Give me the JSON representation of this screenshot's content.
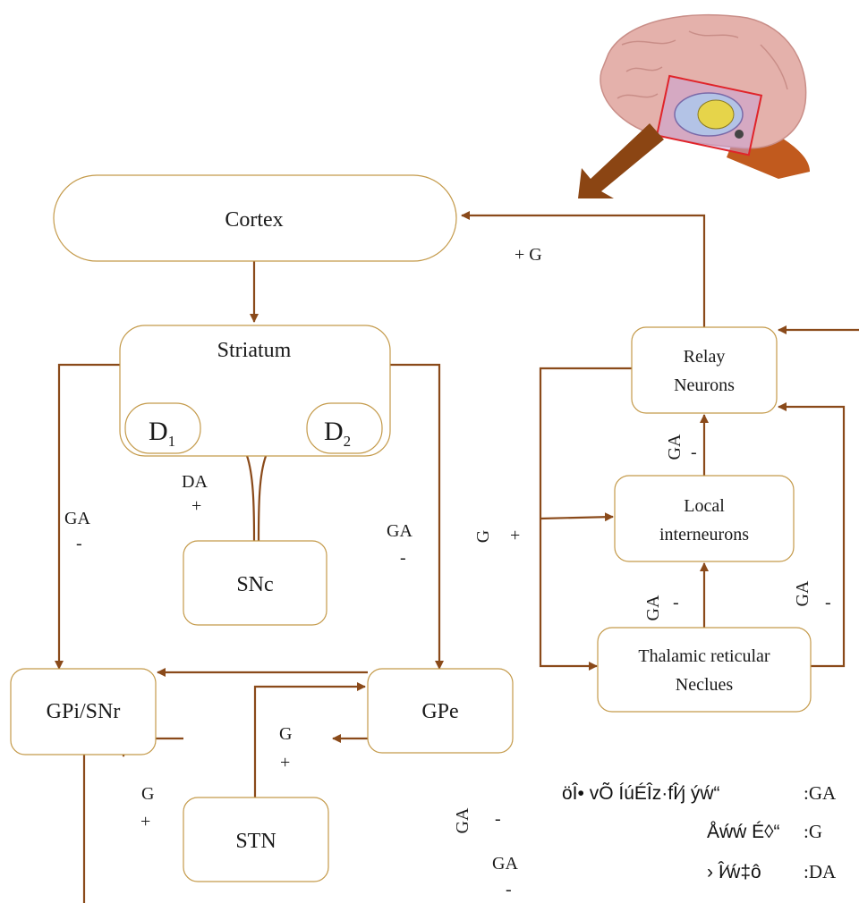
{
  "nodes": {
    "cortex": "Cortex",
    "striatum": "Striatum",
    "d1": "D",
    "d1_sub": "1",
    "d2": "D",
    "d2_sub": "2",
    "snc": "SNc",
    "gpi_snr": "GPi/SNr",
    "gpe": "GPe",
    "stn": "STN",
    "relay_line1": "Relay",
    "relay_line2": "Neurons",
    "local_line1": "Local",
    "local_line2": "interneurons",
    "trn_line1": "Thalamic reticular",
    "trn_line2": "Neclues"
  },
  "edge_labels": {
    "thal_cortex": "+ G",
    "snc_da": "DA",
    "snc_plus": "+",
    "str_gpi_ga": "GA",
    "str_gpi_sign": "-",
    "str_gpe_ga": "GA",
    "str_gpe_sign": "-",
    "stn_gpe_g": "G",
    "stn_gpe_sign": "+",
    "stn_gpi_g": "G",
    "stn_gpi_sign": "+",
    "gpe_stn_ga1": "GA",
    "gpe_stn_sign1": "-",
    "gpe_stn_ga2": "GA",
    "gpe_stn_sign2": "-",
    "thal_input_g": "G",
    "thal_input_sign": "+",
    "local_relay_ga": "GA",
    "local_relay_sign": "-",
    "trn_local_ga": "GA",
    "trn_local_sign": "-",
    "trn_relay_ga": "GA",
    "trn_relay_sign": "-"
  },
  "legend": [
    {
      "prefix": "öÎ• vÕ ÍúÉÎz·fÎ⁄j ýẃ“",
      "value": ":GA"
    },
    {
      "prefix": "Åẃẃ É◊“",
      "value": ":G"
    },
    {
      "prefix": "› Î⁄ẃ‡ô",
      "value": ":DA"
    }
  ],
  "colors": {
    "arrow": "#8a4a1a",
    "box_border": "#c49a4a",
    "big_arrow": "#8b4513"
  }
}
